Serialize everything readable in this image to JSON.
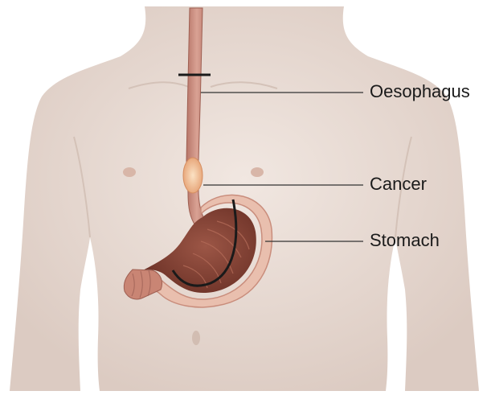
{
  "diagram": {
    "labels": {
      "oesophagus": "Oesophagus",
      "cancer": "Cancer",
      "stomach": "Stomach"
    },
    "colors": {
      "background": "#ffffff",
      "skin": "#eadfd8",
      "skin_shadow": "#d9c9c0",
      "oesophagus": "#c98f82",
      "stomach_outer": "#e3b3a3",
      "stomach_inner": "#8a4a3c",
      "tumor": "#f2c9a0",
      "leader_line": "#333333",
      "stent_line": "#1a1a1a"
    }
  }
}
